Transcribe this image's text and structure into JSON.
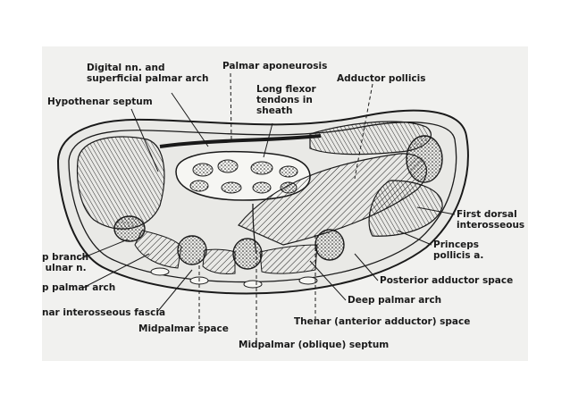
{
  "figure": {
    "background_color": "#f1f1ef",
    "ink_color": "#1a1a1a",
    "labels": {
      "digital_nn": "Digital nn. and\nsuperficial palmar arch",
      "palmar_aponeurosis": "Palmar aponeurosis",
      "adductor_pollicis": "Adductor pollicis",
      "hypothenar_septum": "Hypothenar septum",
      "long_flexor": "Long flexor\ntendons in\nsheath",
      "first_dorsal": "First dorsal\ninterosseous",
      "princeps": "Princeps\npollicis a.",
      "deep_branch_ulnar": "p branch\n ulnar n.",
      "deep_palmar_arch_left": "p palmar arch",
      "posterior_adductor": "Posterior adductor space",
      "deep_palmar_arch": "Deep palmar arch",
      "interosseous_fascia": "nar interosseous fascia",
      "thenar_space": "Thenar (anterior adductor) space",
      "midpalmar_space": "Midpalmar space",
      "midpalmar_septum": "Midpalmar (oblique) septum"
    }
  }
}
